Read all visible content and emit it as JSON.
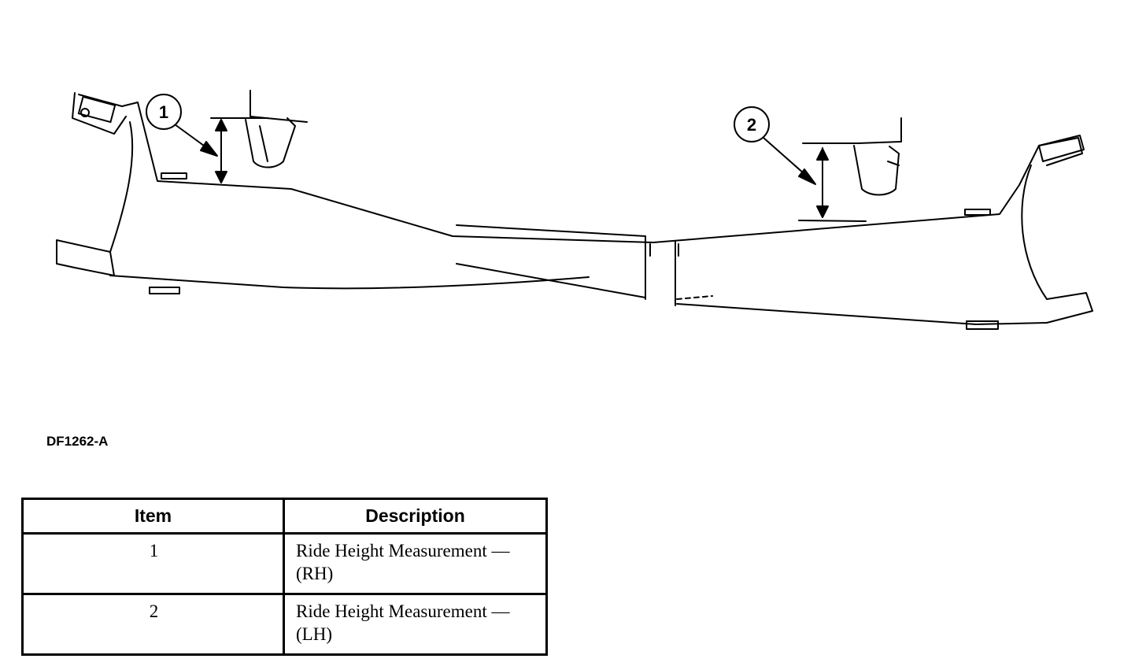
{
  "diagram": {
    "callouts": [
      {
        "number": "1"
      },
      {
        "number": "2"
      }
    ],
    "figure_id": "DF1262-A"
  },
  "legend": {
    "headers": {
      "item": "Item",
      "description": "Description"
    },
    "rows": [
      {
        "item": "1",
        "description": "Ride Height Measurement — (RH)"
      },
      {
        "item": "2",
        "description": "Ride Height Measurement — (LH)"
      }
    ]
  }
}
